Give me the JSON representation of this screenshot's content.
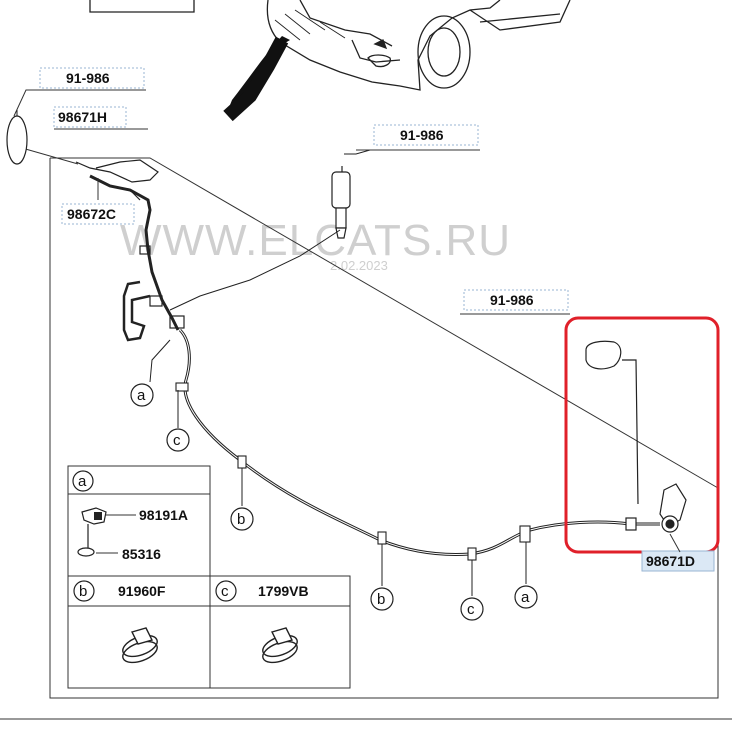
{
  "watermark": {
    "site": "WWW.ELCATS.RU",
    "date": "2.02.2023"
  },
  "labels": {
    "lbl_91986_top_left": "91-986",
    "lbl_98671H": "98671H",
    "lbl_98672C": "98672C",
    "lbl_91986_pump": "91-986",
    "lbl_91986_right": "91-986",
    "lbl_98671D": "98671D"
  },
  "callouts": {
    "a": "a",
    "b": "b",
    "c": "c"
  },
  "legend": {
    "cell_a": {
      "letter": "a",
      "part1": "98191A",
      "part2": "85316"
    },
    "cell_b": {
      "letter": "b",
      "part": "91960F"
    },
    "cell_c": {
      "letter": "c",
      "part": "1799VB"
    }
  },
  "colors": {
    "line": "#222222",
    "highlight": "#e0202a",
    "label_bg": "#ffffff",
    "label_highlight_bg": "#dbe8f5",
    "label_border": "#9ab6d3"
  }
}
